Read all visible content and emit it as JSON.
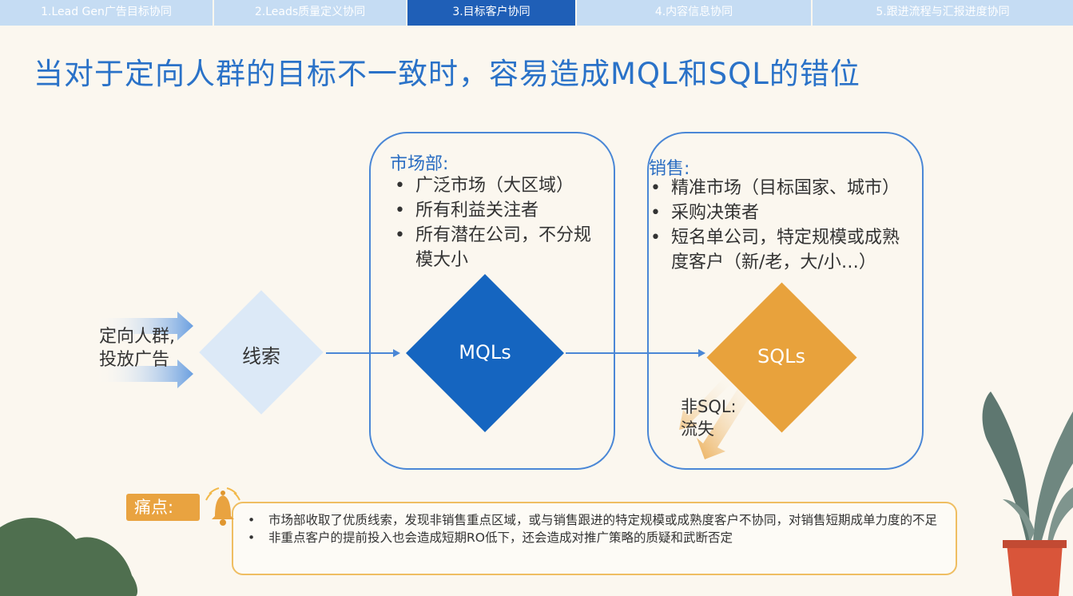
{
  "tabs": [
    {
      "label": "1.Lead Gen广告目标协同"
    },
    {
      "label": "2.Leads质量定义协同"
    },
    {
      "label": "3.目标客户协同"
    },
    {
      "label": "4.内容信息协同"
    },
    {
      "label": "5.跟进流程与汇报进度协同"
    }
  ],
  "active_tab": 2,
  "title": "当对于定向人群的目标不一致时，容易造成MQL和SQL的错位",
  "source": {
    "line1": "定向人群,",
    "line2": "投放广告"
  },
  "flow": {
    "leads": "线索",
    "mqls": "MQLs",
    "sqls": "SQLs",
    "lost_line1": "非SQL:",
    "lost_line2": "流失"
  },
  "marketing": {
    "title": "市场部:",
    "items": [
      "广泛市场（大区域）",
      "所有利益关注者",
      "所有潜在公司，不分规模大小"
    ]
  },
  "sales": {
    "title": "销售:",
    "items": [
      "精准市场（目标国家、城市）",
      "采购决策者",
      "短名单公司，特定规模或成熟度客户（新/老，大/小…）"
    ]
  },
  "pain": {
    "label": "痛点:",
    "items": [
      "市场部收取了优质线索，发现非销售重点区域，或与销售跟进的特定规模或成熟度客户不协同，对销售短期成单力度的不足",
      "非重点客户的提前投入也会造成短期RO低下，还会造成对推广策略的质疑和武断否定"
    ]
  },
  "colors": {
    "accent": "#1f5fb7",
    "tab_inactive": "#c5dcf3",
    "mql": "#1565c0",
    "sql": "#e8a23c",
    "leads": "#dce9f7",
    "pain": "#e9a340",
    "plant_leaf": "#5e7770",
    "pot": "#d9553a",
    "bush": "#4f6f4f"
  }
}
